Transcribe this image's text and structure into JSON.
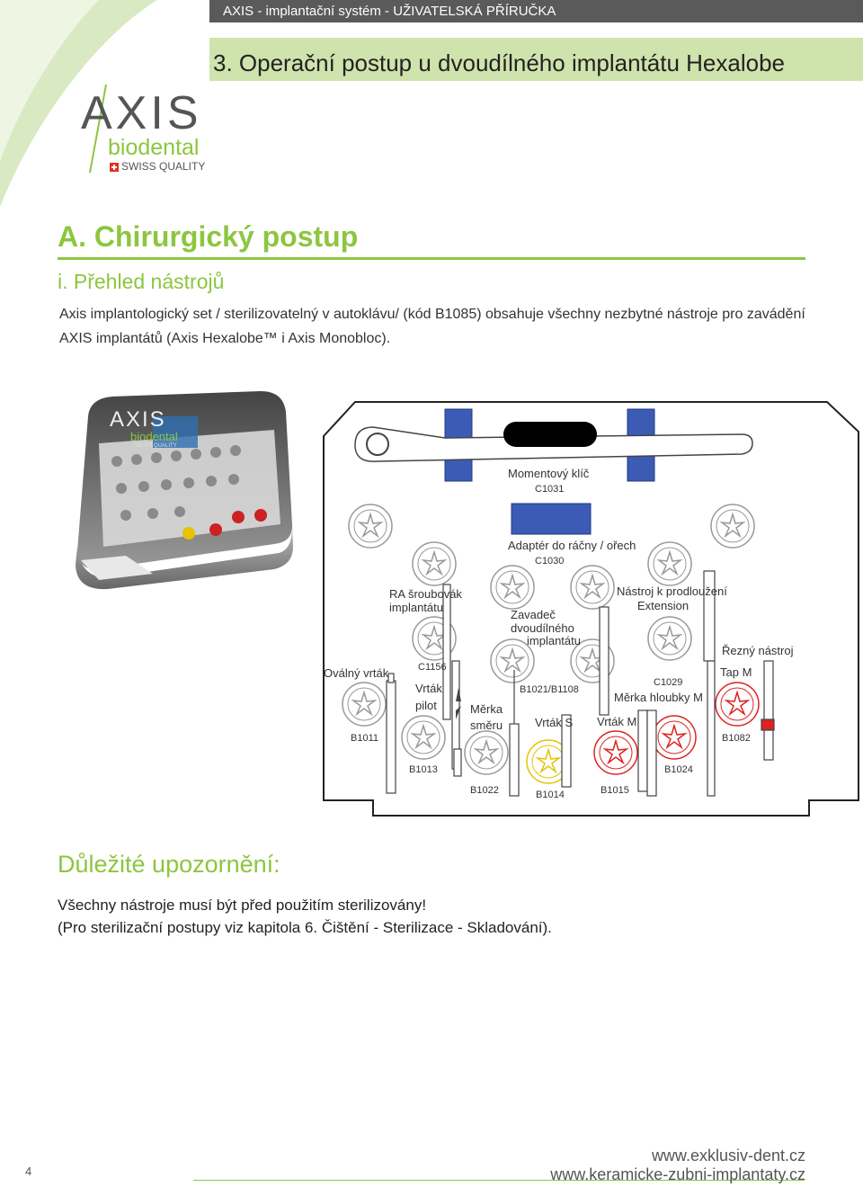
{
  "header": {
    "top_title": "AXIS - implantační systém - UŽIVATELSKÁ PŘÍRUČKA",
    "chapter": "3. Operační postup u dvoudílného implantátu Hexalobe"
  },
  "logo": {
    "brand": "AXIS",
    "sub": "biodental",
    "tagline": "SWISS QUALITY"
  },
  "section": {
    "title": "A. Chirurgický postup",
    "subtitle": "i. Přehled nástrojů",
    "intro_line1": "Axis implantologický set / sterilizovatelný v autoklávu/ (kód  B1085) obsahuje všechny  nezbytné nástroje pro zavádění",
    "intro_line2": "AXIS implantátů (Axis Hexalobe™ i Axis Monobloc)."
  },
  "diagram": {
    "torque_wrench": "Momentový klíč",
    "torque_code": "C1031",
    "adapter": "Adaptér do ráčny / ořech",
    "adapter_code": "C1030",
    "ra_screwdriver_1": "RA šroubovák",
    "ra_screwdriver_2": "implantátu",
    "inserter_1": "Zavadeč",
    "inserter_2": "dvoudílného",
    "inserter_3": "implantátu",
    "extension_1": "Nástroj k prodloužení",
    "extension_2": "Extension",
    "cutting_tool": "Řezný nástroj",
    "tap": "Tap M",
    "oval_drill": "Oválný vrták",
    "code_c1156": "C1156",
    "pilot_1": "Vrták",
    "pilot_2": "pilot",
    "direction_1": "Měrka",
    "direction_2": "směru",
    "code_b1021": "B1021/B1108",
    "code_c1029": "C1029",
    "depth_gauge": "Měrka hloubky M",
    "drill_s": "Vrták S",
    "drill_m": "Vrták M",
    "code_b1011": "B1011",
    "code_b1082": "B1082",
    "code_b1013": "B1013",
    "code_b1024": "B1024",
    "code_b1022": "B1022",
    "code_b1014": "B1014",
    "code_b1015": "B1015"
  },
  "case_labels": {
    "brand": "AXIS",
    "sub": "biodental",
    "tag": "SWISS QUALITY"
  },
  "important": {
    "title": "Důležité upozornění:",
    "line1": "Všechny nástroje musí být před  použitím sterilizovány!",
    "line2": "(Pro sterilizační postupy viz kapitola 6. Čištění - Sterilizace - Skladování)."
  },
  "footer": {
    "page": "4",
    "url1": "www.exklusiv-dent.cz",
    "url2": "www.keramicke-zubni-implantaty.cz"
  },
  "colors": {
    "accent_green": "#8cc63f",
    "light_green": "#cfe3ad",
    "header_gray": "#5a5a5a",
    "blue": "#3b5bb5",
    "red": "#d22",
    "yellow": "#e6c300"
  }
}
